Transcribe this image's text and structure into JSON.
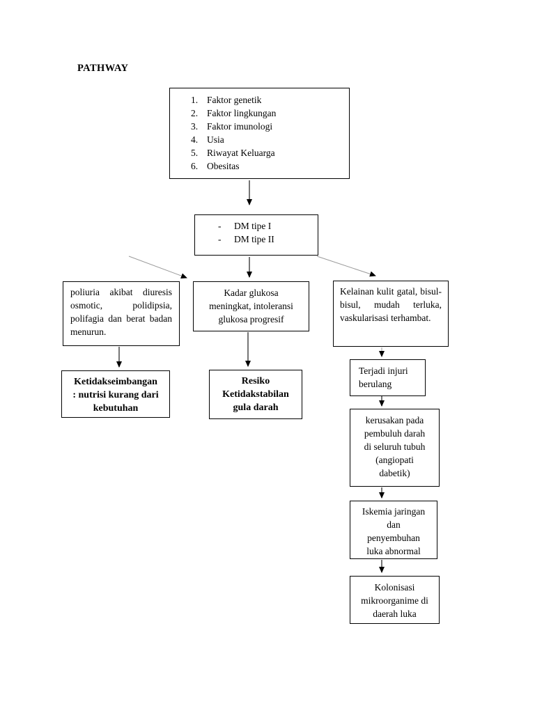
{
  "page": {
    "title": "PATHWAY"
  },
  "diagram": {
    "factors": {
      "items": [
        {
          "num": "1.",
          "label": "Faktor genetik"
        },
        {
          "num": "2.",
          "label": "Faktor lingkungan"
        },
        {
          "num": "3.",
          "label": "Faktor imunologi"
        },
        {
          "num": "4.",
          "label": "Usia"
        },
        {
          "num": "5.",
          "label": "Riwayat Keluarga"
        },
        {
          "num": "6.",
          "label": "Obesitas"
        }
      ]
    },
    "dm_types": {
      "items": [
        {
          "bullet": "-",
          "label": "DM tipe I"
        },
        {
          "bullet": "-",
          "label": "DM tipe II"
        }
      ]
    },
    "poliuria": {
      "text": "poliuria akibat diuresis osmotic, polidipsia, polifagia dan berat badan menurun."
    },
    "kadar_glukosa": {
      "text": "Kadar glukosa\nmeningkat, intoleransi\nglukosa progresif"
    },
    "kelainan_kulit": {
      "text": "Kelainan kulit gatal, bisul-bisul, mudah terluka, vaskularisasi terhambat."
    },
    "ketidakseimbangan": {
      "text": "Ketidakseimbangan\n: nutrisi kurang dari\nkebutuhan"
    },
    "resiko": {
      "text": "Resiko\nKetidakstabilan\ngula darah"
    },
    "terjadi_injuri": {
      "text": "Terjadi injuri\nberulang"
    },
    "kerusakan": {
      "text": "kerusakan pada\npembuluh darah\ndi seluruh tubuh\n(angiopati\ndabetik)"
    },
    "iskemia": {
      "text": "Iskemia jaringan\ndan\npenyembuhan\nluka abnormal"
    },
    "kolonisasi": {
      "text": "Kolonisasi\nmikroorganime di\ndaerah luka"
    }
  },
  "colors": {
    "bg": "#ffffff",
    "ink": "#000000",
    "box_border": "#000000",
    "arrow_dark": "#3a3a3a",
    "arrow_gray": "#9a9a9a"
  }
}
